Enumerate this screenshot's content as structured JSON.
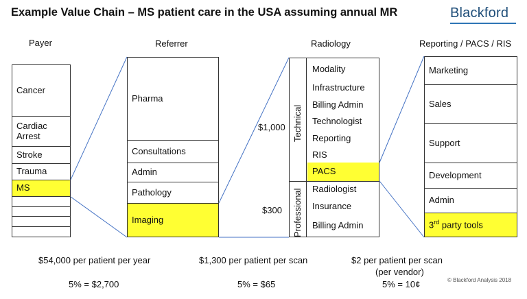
{
  "title": "Example Value Chain – MS patient care in the USA assuming annual MR",
  "logo": "Blackford",
  "columns": {
    "payer": "Payer",
    "referrer": "Referrer",
    "radiology": "Radiology",
    "reporting": "Reporting / PACS / RIS"
  },
  "payer_items": [
    "Cancer",
    "Cardiac\nArrest",
    "Stroke",
    "Trauma",
    "MS"
  ],
  "referrer_items": [
    "Pharma",
    "Consultations",
    "Admin",
    "Pathology",
    "Imaging"
  ],
  "radiology": {
    "technical_label": "Technical",
    "professional_label": "Professional",
    "technical_cost": "$1,000",
    "professional_cost": "$300",
    "technical_items": [
      "Modality",
      "Infrastructure",
      "Billing Admin",
      "Technologist",
      "Reporting",
      "RIS",
      "PACS"
    ],
    "professional_items": [
      "Radiologist",
      "Insurance",
      "Billing Admin"
    ]
  },
  "reporting_items": [
    "Marketing",
    "Sales",
    "Support",
    "Development",
    "Admin",
    "3rd party tools"
  ],
  "reporting_superscript": {
    "prefix": "3",
    "sup": "rd",
    "suffix": " party tools"
  },
  "notes": {
    "payer_line1": "$54,000 per patient per year",
    "payer_line2": "5% = $2,700",
    "referrer_line1": "$1,300 per patient per scan",
    "referrer_line2": "5% = $65",
    "radiology_line1": "$2 per patient per scan",
    "radiology_line1b": "(per vendor)",
    "radiology_line2": "5% = 10¢"
  },
  "copyright": "© Blackford Analysis 2018",
  "colors": {
    "highlight": "#ffff33",
    "connector": "#4472c4",
    "logo": "#1f4e79"
  }
}
